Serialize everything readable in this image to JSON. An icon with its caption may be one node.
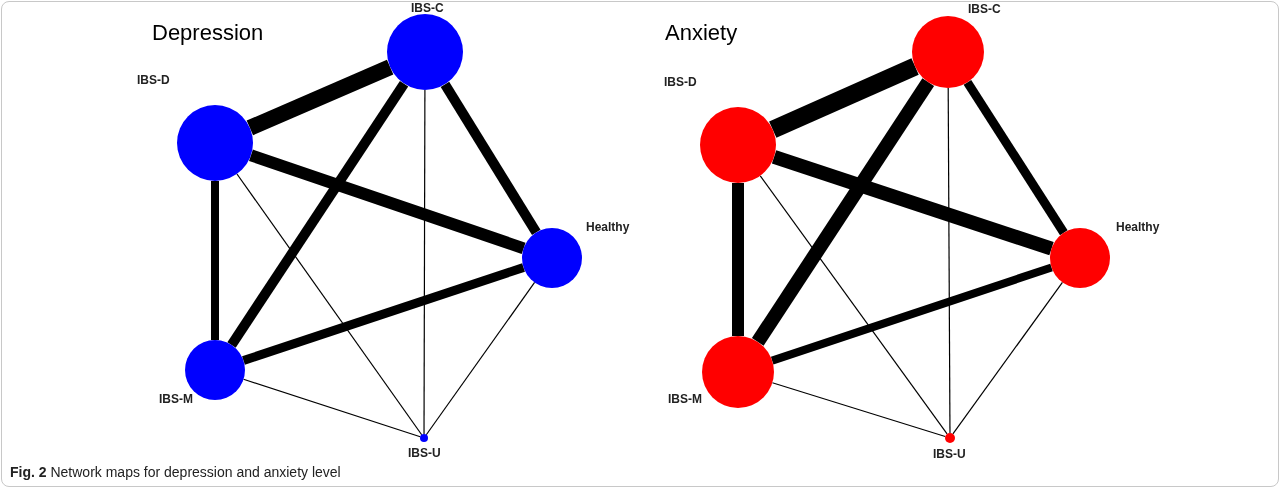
{
  "diagram": {
    "caption": "**Fig. 2** Network maps for depression and anxiety level",
    "nodes": [
      {
        "text": [
          "IBS-C"
        ]
      },
      {
        "text": [
          "IBS-D"
        ]
      },
      {
        "text": [
          "Healthy"
        ]
      },
      {
        "text": [
          "IBS-M"
        ]
      },
      {
        "text": [
          "IBS-U"
        ]
      },
      {
        "text": [
          "IBS-C"
        ]
      },
      {
        "text": [
          "IBS-D"
        ]
      },
      {
        "text": [
          "Healthy"
        ]
      },
      {
        "text": [
          "IBS-M"
        ]
      },
      {
        "text": [
          "IBS-U"
        ]
      }
    ],
    "edges": [
      {
        "from": 0,
        "to": 1,
        "arrow": "none",
        "style": "thick"
      },
      {
        "from": 0,
        "to": 2,
        "arrow": "none"
      },
      {
        "from": 0,
        "to": 3,
        "arrow": "none"
      },
      {
        "from": 0,
        "to": 4,
        "arrow": "none"
      },
      {
        "from": 1,
        "to": 2,
        "arrow": "none"
      },
      {
        "from": 1,
        "to": 3,
        "arrow": "none"
      },
      {
        "from": 1,
        "to": 4,
        "arrow": "none"
      },
      {
        "from": 2,
        "to": 3,
        "arrow": "none"
      },
      {
        "from": 2,
        "to": 4,
        "arrow": "none"
      },
      {
        "from": 3,
        "to": 4,
        "arrow": "none"
      },
      {
        "from": 5,
        "to": 6,
        "arrow": "none",
        "style": "thick"
      },
      {
        "from": 5,
        "to": 7,
        "arrow": "none"
      },
      {
        "from": 5,
        "to": 8,
        "arrow": "none"
      },
      {
        "from": 5,
        "to": 9,
        "arrow": "none"
      },
      {
        "from": 6,
        "to": 7,
        "arrow": "none"
      },
      {
        "from": 6,
        "to": 8,
        "arrow": "none"
      },
      {
        "from": 6,
        "to": 9,
        "arrow": "none"
      },
      {
        "from": 7,
        "to": 8,
        "arrow": "none"
      },
      {
        "from": 7,
        "to": 9,
        "arrow": "none"
      },
      {
        "from": 8,
        "to": 9,
        "arrow": "none"
      }
    ],
    "labels": [
      "Depression",
      "Anxiety"
    ]
  }
}
